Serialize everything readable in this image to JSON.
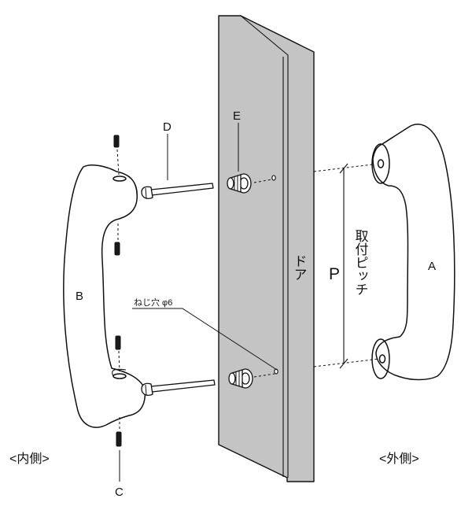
{
  "labels": {
    "part_a": "A",
    "part_b": "B",
    "part_c": "C",
    "part_d": "D",
    "part_e": "E",
    "pitch_symbol": "P",
    "pitch_caption": "取付ピッチ",
    "door": "ドア",
    "screw_hole": "ねじ穴 φ6",
    "inside": "<内側>",
    "outside": "<外側>"
  },
  "colors": {
    "door_fill": "#c4c4c4",
    "line": "#111111"
  }
}
